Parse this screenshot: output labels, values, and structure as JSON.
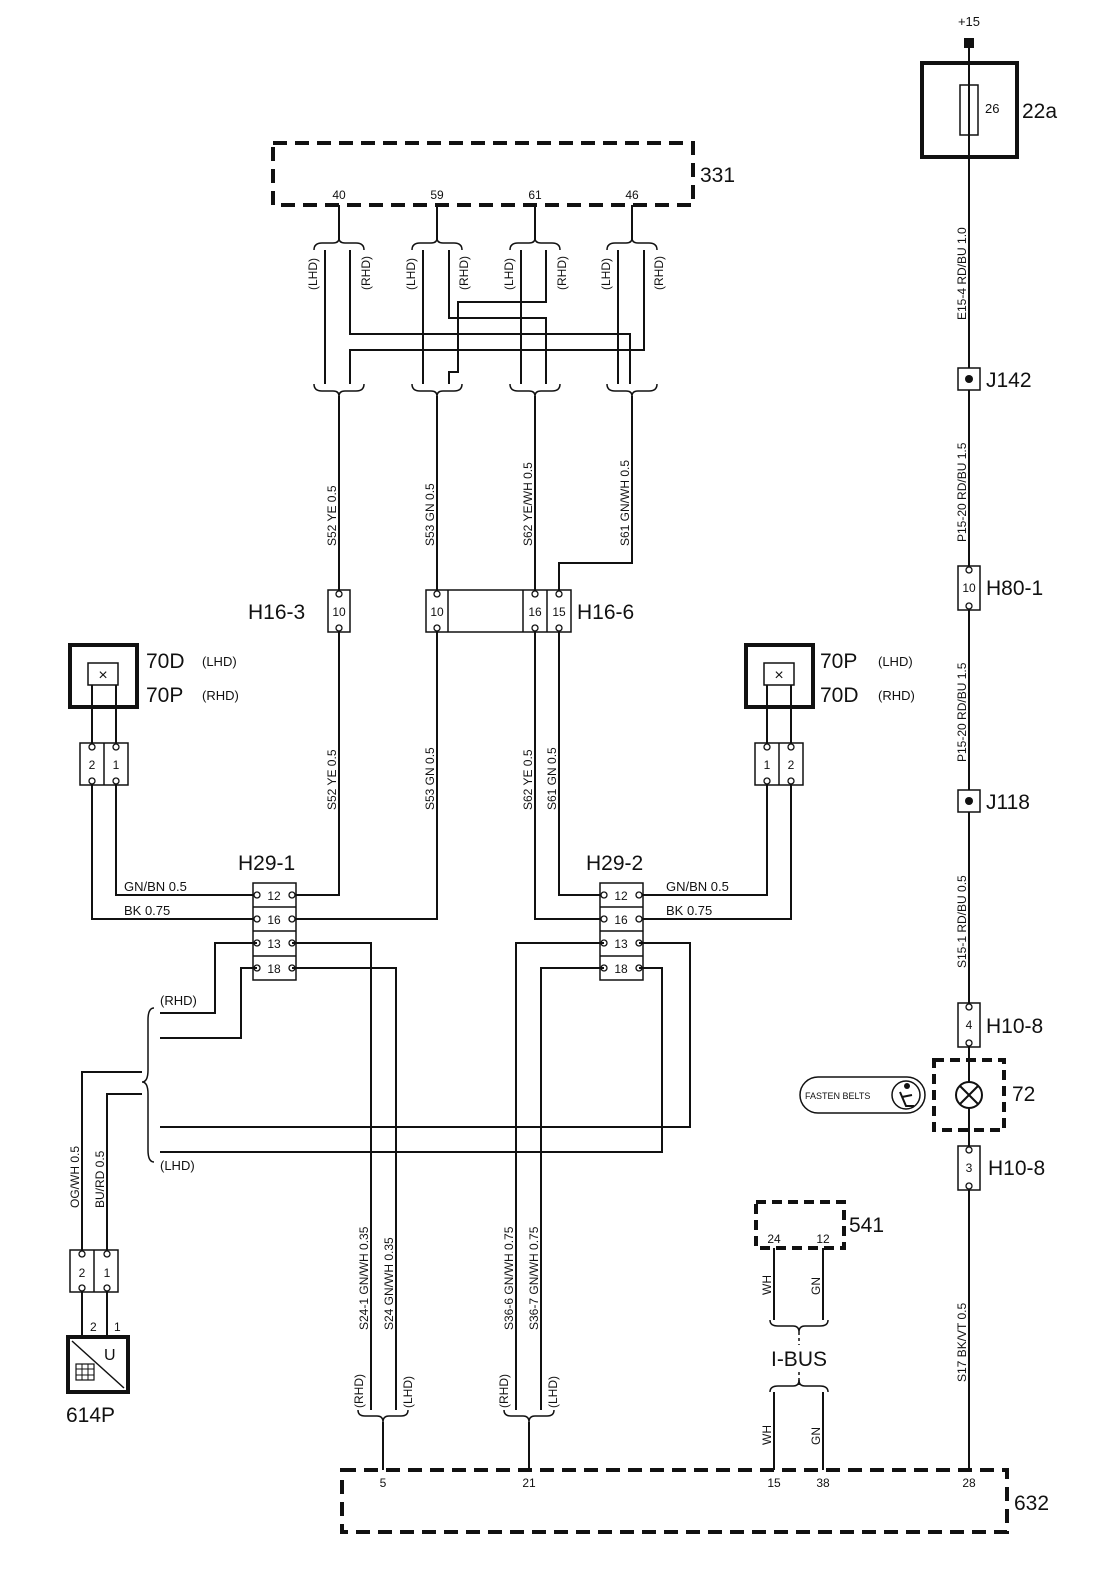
{
  "supply": "+15",
  "components": {
    "c331": "331",
    "c22a": "22a",
    "fuse_num": "26",
    "c632": "632",
    "c541": "541",
    "c72": "72",
    "c614p": "614P",
    "lamp_left_top": "70D",
    "lamp_left_bottom": "70P",
    "lamp_right_top": "70P",
    "lamp_right_bottom": "70D",
    "fasten_belts": "FASTEN BELTS",
    "sensor_u": "U"
  },
  "qualifiers": {
    "lhd": "(LHD)",
    "rhd": "(RHD)"
  },
  "connectors": {
    "h16_3": "H16-3",
    "h16_6": "H16-6",
    "h29_1": "H29-1",
    "h29_2": "H29-2",
    "h80_1": "H80-1",
    "h10_8_top": "H10-8",
    "h10_8_bottom": "H10-8",
    "j142": "J142",
    "j118": "J118",
    "ibus": "I-BUS"
  },
  "pins": {
    "p331": [
      "40",
      "59",
      "61",
      "46"
    ],
    "h16_3": "10",
    "h16_6": [
      "10",
      "16",
      "15"
    ],
    "h29": [
      "12",
      "16",
      "13",
      "18"
    ],
    "lamp_left": [
      "2",
      "1"
    ],
    "lamp_right": [
      "1",
      "2"
    ],
    "c614p": [
      "2",
      "1"
    ],
    "h80_1": "10",
    "h10_8_top": "4",
    "h10_8_bottom": "3",
    "p541": [
      "24",
      "12"
    ],
    "p632": [
      "5",
      "21",
      "15",
      "38",
      "28"
    ]
  },
  "wires": {
    "right_1": "E15-4  RD/BU  1.0",
    "right_2": "P15-20  RD/BU  1.5",
    "right_3": "P15-20  RD/BU  1.5",
    "right_4": "S15-1  RD/BU  0.5",
    "right_5": "S17  BK/VT  0.5",
    "s52_top": "S52   YE   0.5",
    "s53_top": "S53   GN   0.5",
    "s62_top": "S62   YE/WH   0.5",
    "s61_top": "S61   GN/WH   0.5",
    "s52_bot": "S52   YE   0.5",
    "s53_bot": "S53   GN   0.5",
    "s62_bot": "S62   YE   0.5",
    "s61_bot": "S61   GN   0.5",
    "gnbn_left": "GN/BN   0.5",
    "bk_left": "BK   0.75",
    "gnbn_right": "GN/BN   0.5",
    "bk_right": "BK   0.75",
    "ogwh": "OG/WH   0.5",
    "burd": "BU/RD   0.5",
    "s24_1": "S24-1  GN/WH 0.35",
    "s24": "S24  GN/WH 0.35",
    "s36_6": "S36-6  GN/WH 0.75",
    "s36_7": "S36-7  GN/WH 0.75",
    "wh": "WH",
    "gn": "GN"
  }
}
